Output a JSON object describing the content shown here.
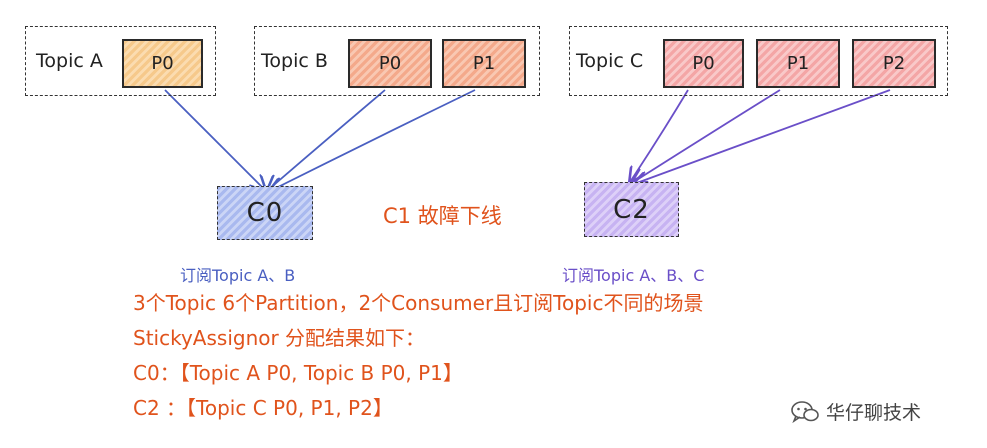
{
  "topics": {
    "a": {
      "label": "Topic A",
      "partitions": [
        "P0"
      ]
    },
    "b": {
      "label": "Topic B",
      "partitions": [
        "P0",
        "P1"
      ]
    },
    "c": {
      "label": "Topic C",
      "partitions": [
        "P0",
        "P1",
        "P2"
      ]
    }
  },
  "consumers": {
    "c0": {
      "label": "C0",
      "subscription": "订阅Topic A、B"
    },
    "c2": {
      "label": "C2",
      "subscription": "订阅Topic A、B、C"
    }
  },
  "offline_note": "C1 故障下线",
  "summary": {
    "line1": "3个Topic 6个Partition，2个Consumer且订阅Topic不同的场景",
    "line2": "StickyAssignor 分配结果如下：",
    "line3": "C0：【Topic A P0, Topic B P0, P1】",
    "line4": "C2 ：【Topic C P0, P1, P2】"
  },
  "watermark": "华仔聊技术",
  "colors": {
    "arrow_blue": "#4a5fc1",
    "arrow_purple": "#6a4fc8",
    "accent_orange": "#e0531c"
  }
}
